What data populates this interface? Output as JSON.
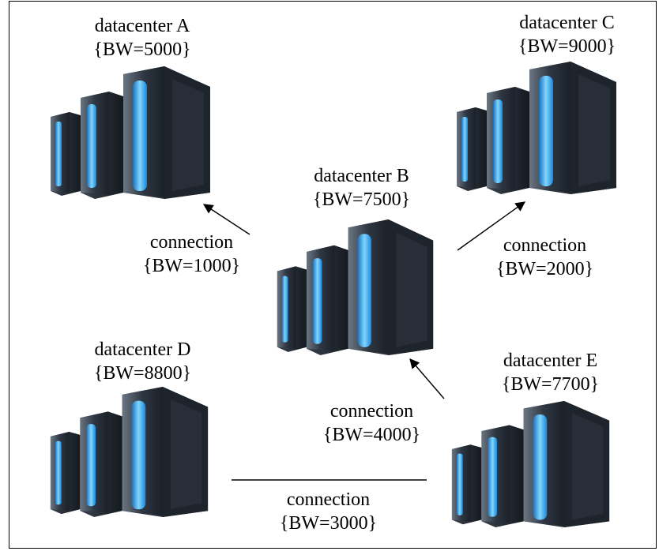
{
  "datacenters": [
    {
      "name": "datacenter A",
      "bw": "{BW=5000}"
    },
    {
      "name": "datacenter B",
      "bw": "{BW=7500}"
    },
    {
      "name": "datacenter C",
      "bw": "{BW=9000}"
    },
    {
      "name": "datacenter D",
      "bw": "{BW=8800}"
    },
    {
      "name": "datacenter E",
      "bw": "{BW=7700}"
    }
  ],
  "connections": [
    {
      "name": "connection",
      "bw": "{BW=1000}",
      "from": "datacenter B",
      "to": "datacenter A",
      "arrow": true
    },
    {
      "name": "connection",
      "bw": "{BW=2000}",
      "from": "datacenter B",
      "to": "datacenter C",
      "arrow": true
    },
    {
      "name": "connection",
      "bw": "{BW=4000}",
      "from": "datacenter E",
      "to": "datacenter B",
      "arrow": true
    },
    {
      "name": "connection",
      "bw": "{BW=3000}",
      "from": "datacenter D",
      "to": "datacenter E",
      "arrow": false
    }
  ],
  "colors": {
    "server_body": "#2c3440",
    "server_highlight": "#5b6675",
    "server_glow": "#3fb4ff",
    "line": "#000000"
  },
  "icons": {
    "server": "server-rack-icon"
  }
}
